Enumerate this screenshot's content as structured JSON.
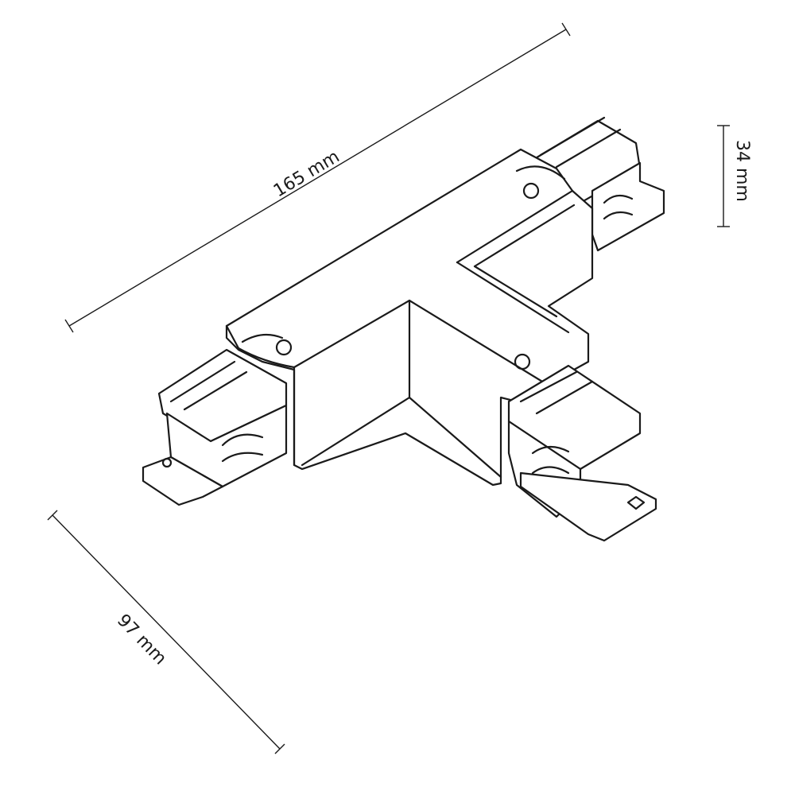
{
  "dimensions": {
    "length": "165 mm",
    "height": "34 mm",
    "depth": "97 mm"
  },
  "colors": {
    "line": "#1a1a1a",
    "background": "#ffffff"
  }
}
